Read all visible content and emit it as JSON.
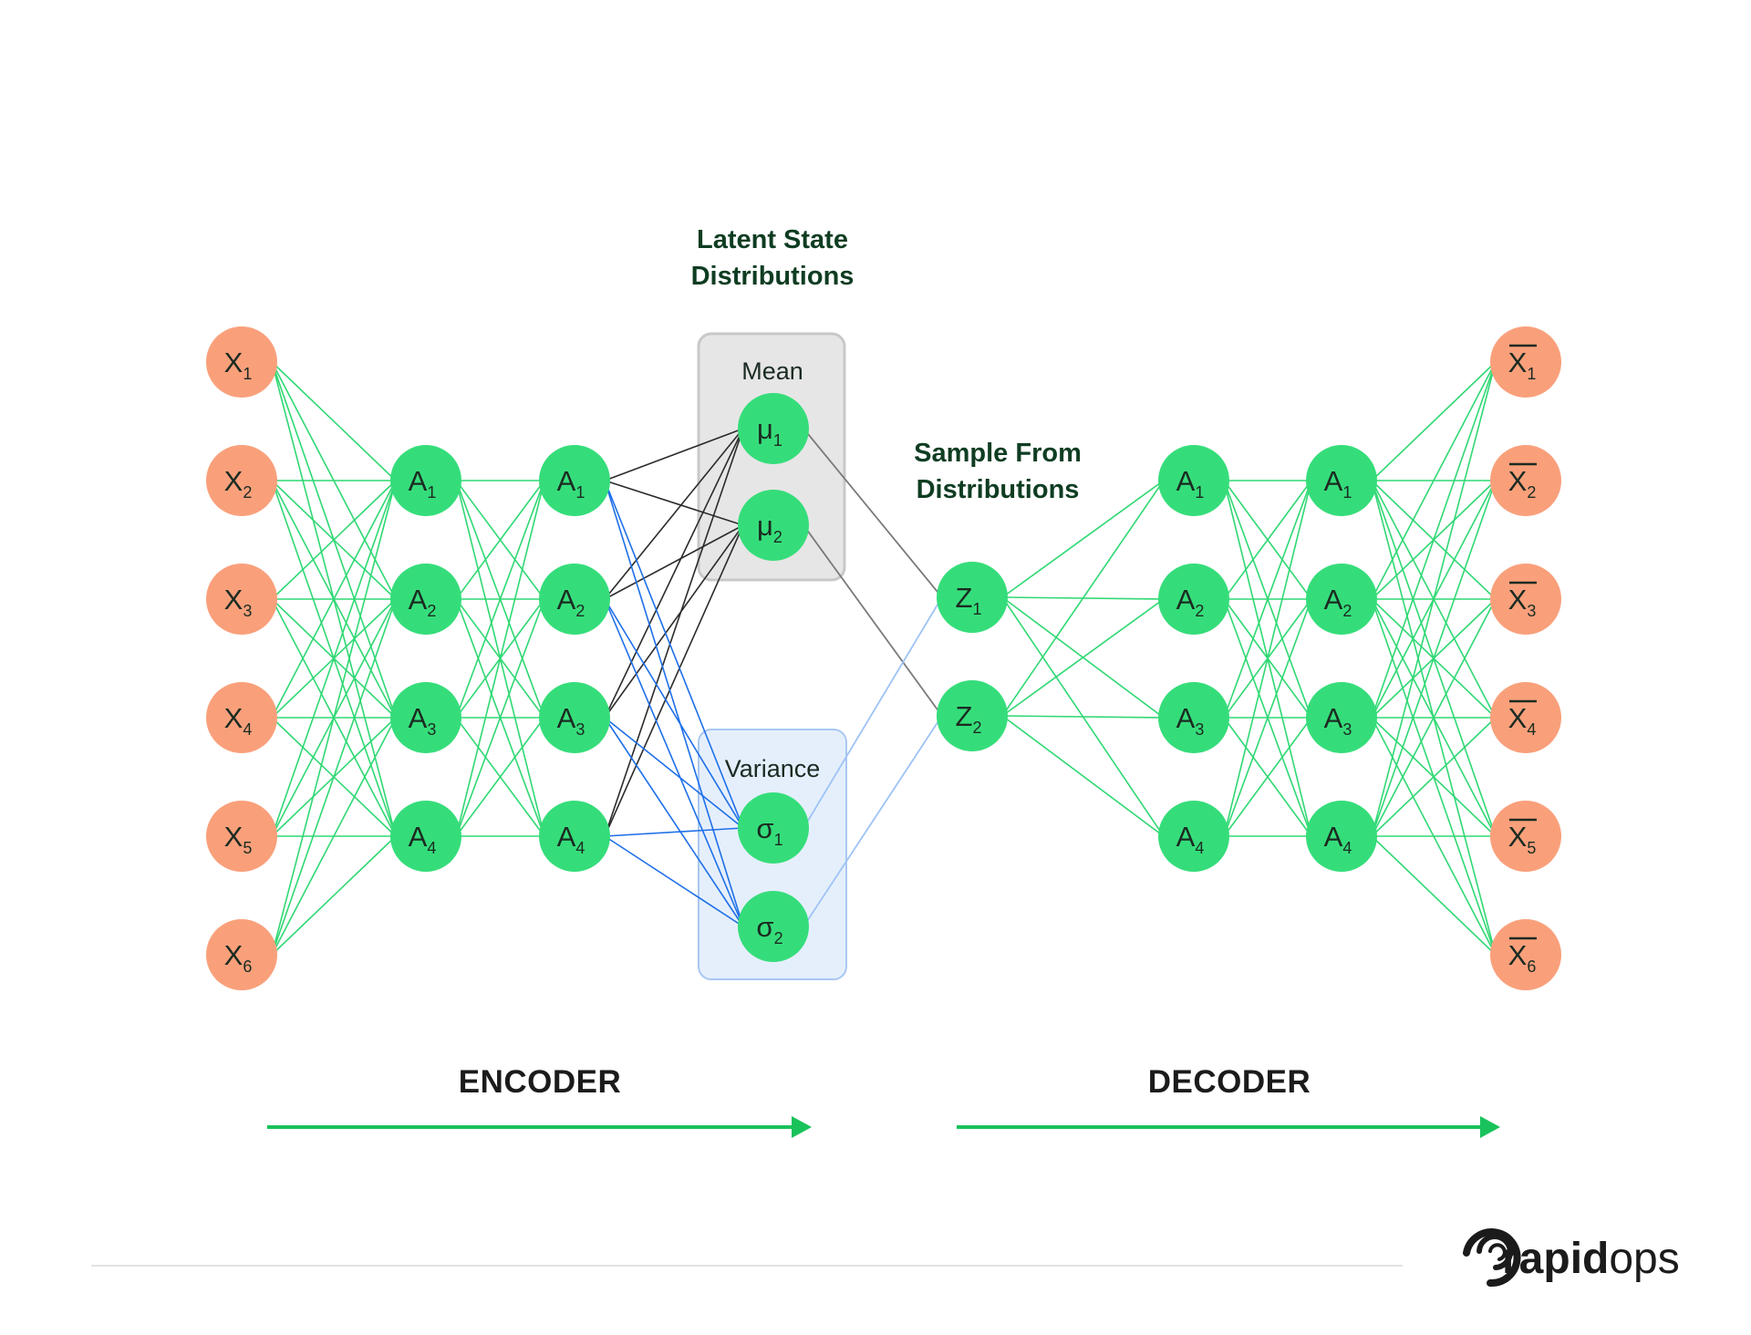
{
  "headings": {
    "latent": [
      "Latent State",
      "Distributions"
    ],
    "sample": [
      "Sample From",
      "Distributions"
    ]
  },
  "boxes": {
    "mean": {
      "title": "Mean"
    },
    "variance": {
      "title": "Variance"
    }
  },
  "phases": {
    "encoder": "ENCODER",
    "decoder": "DECODER"
  },
  "layers": {
    "input": {
      "kind": "input",
      "nodes": [
        [
          "X",
          "1"
        ],
        [
          "X",
          "2"
        ],
        [
          "X",
          "3"
        ],
        [
          "X",
          "4"
        ],
        [
          "X",
          "5"
        ],
        [
          "X",
          "6"
        ]
      ]
    },
    "enc_hidden1": {
      "kind": "hidden",
      "nodes": [
        [
          "A",
          "1"
        ],
        [
          "A",
          "2"
        ],
        [
          "A",
          "3"
        ],
        [
          "A",
          "4"
        ]
      ]
    },
    "enc_hidden2": {
      "kind": "hidden",
      "nodes": [
        [
          "A",
          "1"
        ],
        [
          "A",
          "2"
        ],
        [
          "A",
          "3"
        ],
        [
          "A",
          "4"
        ]
      ]
    },
    "mean": {
      "kind": "hidden",
      "nodes": [
        [
          "μ",
          "1"
        ],
        [
          "μ",
          "2"
        ]
      ]
    },
    "variance": {
      "kind": "hidden",
      "nodes": [
        [
          "σ",
          "1"
        ],
        [
          "σ",
          "2"
        ]
      ]
    },
    "latent": {
      "kind": "hidden",
      "nodes": [
        [
          "Z",
          "1"
        ],
        [
          "Z",
          "2"
        ]
      ]
    },
    "dec_hidden1": {
      "kind": "hidden",
      "nodes": [
        [
          "A",
          "1"
        ],
        [
          "A",
          "2"
        ],
        [
          "A",
          "3"
        ],
        [
          "A",
          "4"
        ]
      ]
    },
    "dec_hidden2": {
      "kind": "hidden",
      "nodes": [
        [
          "A",
          "1"
        ],
        [
          "A",
          "2"
        ],
        [
          "A",
          "3"
        ],
        [
          "A",
          "4"
        ]
      ]
    },
    "output": {
      "kind": "output",
      "overline": true,
      "nodes": [
        [
          "X",
          "1"
        ],
        [
          "X",
          "2"
        ],
        [
          "X",
          "3"
        ],
        [
          "X",
          "4"
        ],
        [
          "X",
          "5"
        ],
        [
          "X",
          "6"
        ]
      ]
    }
  },
  "colors": {
    "input_node": "#f9a07b",
    "hidden_node": "#35dd7a",
    "green_edge": "#2fd873",
    "mean_edge": "#2b2b2b",
    "variance_edge": "#1e6fe8",
    "mean_to_z": "#7a7a7a",
    "variance_to_z": "#9ec3f5",
    "arrow": "#19c25a",
    "mean_box_fill": "#e6e6e6",
    "mean_box_stroke": "#c8c8c8",
    "variance_box_fill": "#e5effc",
    "variance_box_stroke": "#a9c7f2"
  },
  "brand": {
    "part1": "rapid",
    "part2": "ops"
  }
}
